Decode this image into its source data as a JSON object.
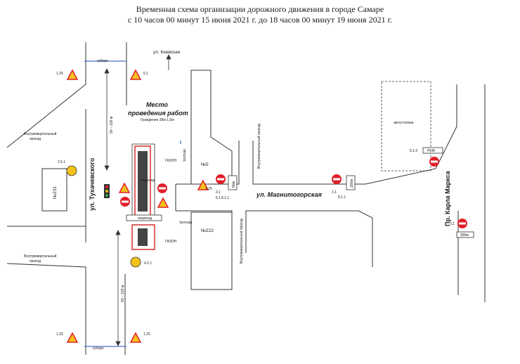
{
  "title": {
    "line1": "Временная схема организации дорожного движения в городе Самаре",
    "line2": "с 10 часов 00 минут 15 июня 2021 г. до 18 часов 00 минут 19 июня 2021 г."
  },
  "streets": {
    "kievskaya": "ул. Киевская",
    "tukhachevskogo": "ул. Тухачевского",
    "magnitogorskaya": "ул. Магнитогорская",
    "karla_marksa": "Пр. Карла Маркса"
  },
  "labels": {
    "work_site_line1": "Место",
    "work_site_line2": "проведения работ",
    "enclosure": "Граждение 28м 1,5м",
    "lawn_top": "ГАЗОН",
    "lawn_bottom": "ГАЗОН",
    "trotuar_top": "тротуар",
    "trotuar_bottom": "тротуар",
    "pedestrian_top": "пешеход",
    "pedestrian_bottom": "пешеход",
    "building_5": "№5",
    "building_222": "№222",
    "building_231": "№231",
    "parking": "автостоянка",
    "inner_passage_left_top_1": "Внутриквартальный",
    "inner_passage_left_top_2": "проезд",
    "inner_passage_left_bottom_1": "Внутриквартальный",
    "inner_passage_left_bottom_2": "проезд",
    "inner_passage_mid_top": "Внутриквартальный проезд",
    "inner_passage_mid_bottom": "Внутриквартальный проезд",
    "dist_top": "50 – 100 м",
    "dist_bottom": "50 – 100 м",
    "sign_50m": "50м",
    "sign_200m": "200м",
    "sign_300m": "300м",
    "sign_road": "РЕМ"
  },
  "sign_codes": {
    "s1": "1.25",
    "s2": "2.5.1",
    "s3": "3.1",
    "s4": "6.1",
    "s5": "8.1.1",
    "s6": "3.1",
    "s7": "8.1.1",
    "s8": "3.1",
    "s9": "6.1.5",
    "s10": "1.25",
    "s11": "4.2.1",
    "s12": "1.25",
    "s13": "1.25",
    "s14": "5.1"
  },
  "colors": {
    "road_line": "#333333",
    "blue_line": "#4a6fd0",
    "sign_red": "#e0202a",
    "sign_yellow": "#f4c21c",
    "work_zone": "#d62f2f"
  }
}
